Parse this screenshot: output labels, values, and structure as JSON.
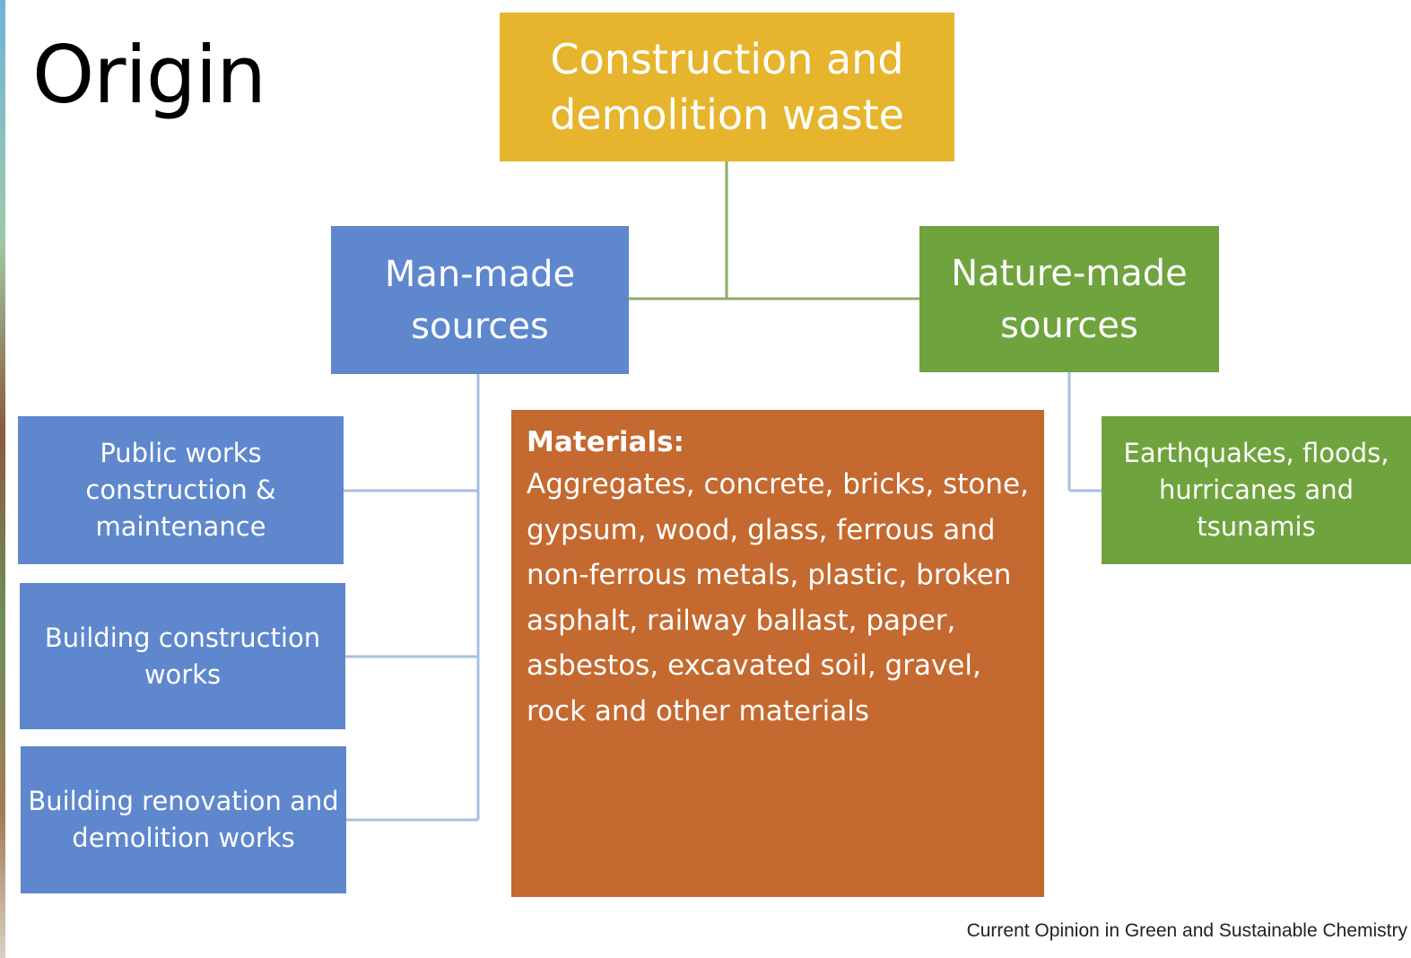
{
  "title": "Origin",
  "colors": {
    "root": "#e6b52d",
    "man_made": "#5e87cd",
    "nature_made": "#6fa33e",
    "materials": "#c4692f",
    "connector_green": "#8cae6a",
    "connector_blue": "#a9bfe2"
  },
  "diagram": {
    "root": "Construction and demolition waste",
    "man_made": {
      "label": "Man-made sources",
      "children": [
        "Public works construction & maintenance",
        "Building construction works",
        "Building renovation and demolition works"
      ]
    },
    "nature_made": {
      "label": "Nature-made sources",
      "children": [
        "Earthquakes, floods, hurricanes and tsunamis"
      ]
    },
    "materials": {
      "heading": "Materials:",
      "text": "Aggregates, concrete, bricks, stone, gypsum, wood, glass, ferrous and non-ferrous metals, plastic, broken asphalt, railway ballast, paper, asbestos, excavated soil, gravel, rock and other materials"
    }
  },
  "source": "Current Opinion in Green and Sustainable Chemistry"
}
